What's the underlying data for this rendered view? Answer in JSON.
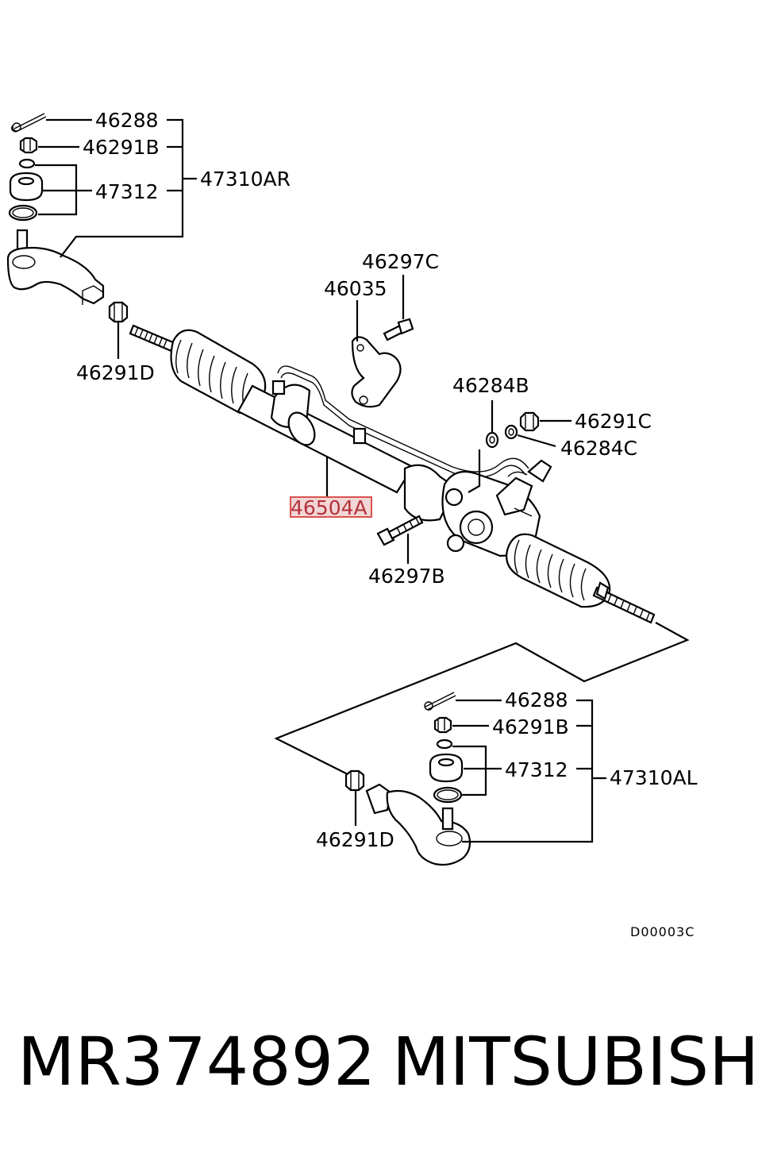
{
  "diagram": {
    "parts": {
      "tie_rod_end_right": "47310AR",
      "cotter_pin_top": "46288",
      "nut_top": "46291B",
      "boot_kit_top": "47312",
      "nut_46291D_top": "46291D",
      "bolt_46297C": "46297C",
      "clamp_46035": "46035",
      "washer_46284B": "46284B",
      "nut_46291C": "46291C",
      "washer_46284C": "46284C",
      "gear_box": "46504A",
      "bolt_46297B": "46297B",
      "cotter_pin_bottom": "46288",
      "nut_bottom": "46291B",
      "boot_kit_bottom": "47312",
      "tie_rod_end_left": "47310AL",
      "nut_46291D_bottom": "46291D"
    },
    "highlighted_part": "46504A",
    "drawing_code": "D00003C"
  },
  "caption": {
    "part_number": "MR374892",
    "brand": "MITSUBISHI"
  }
}
